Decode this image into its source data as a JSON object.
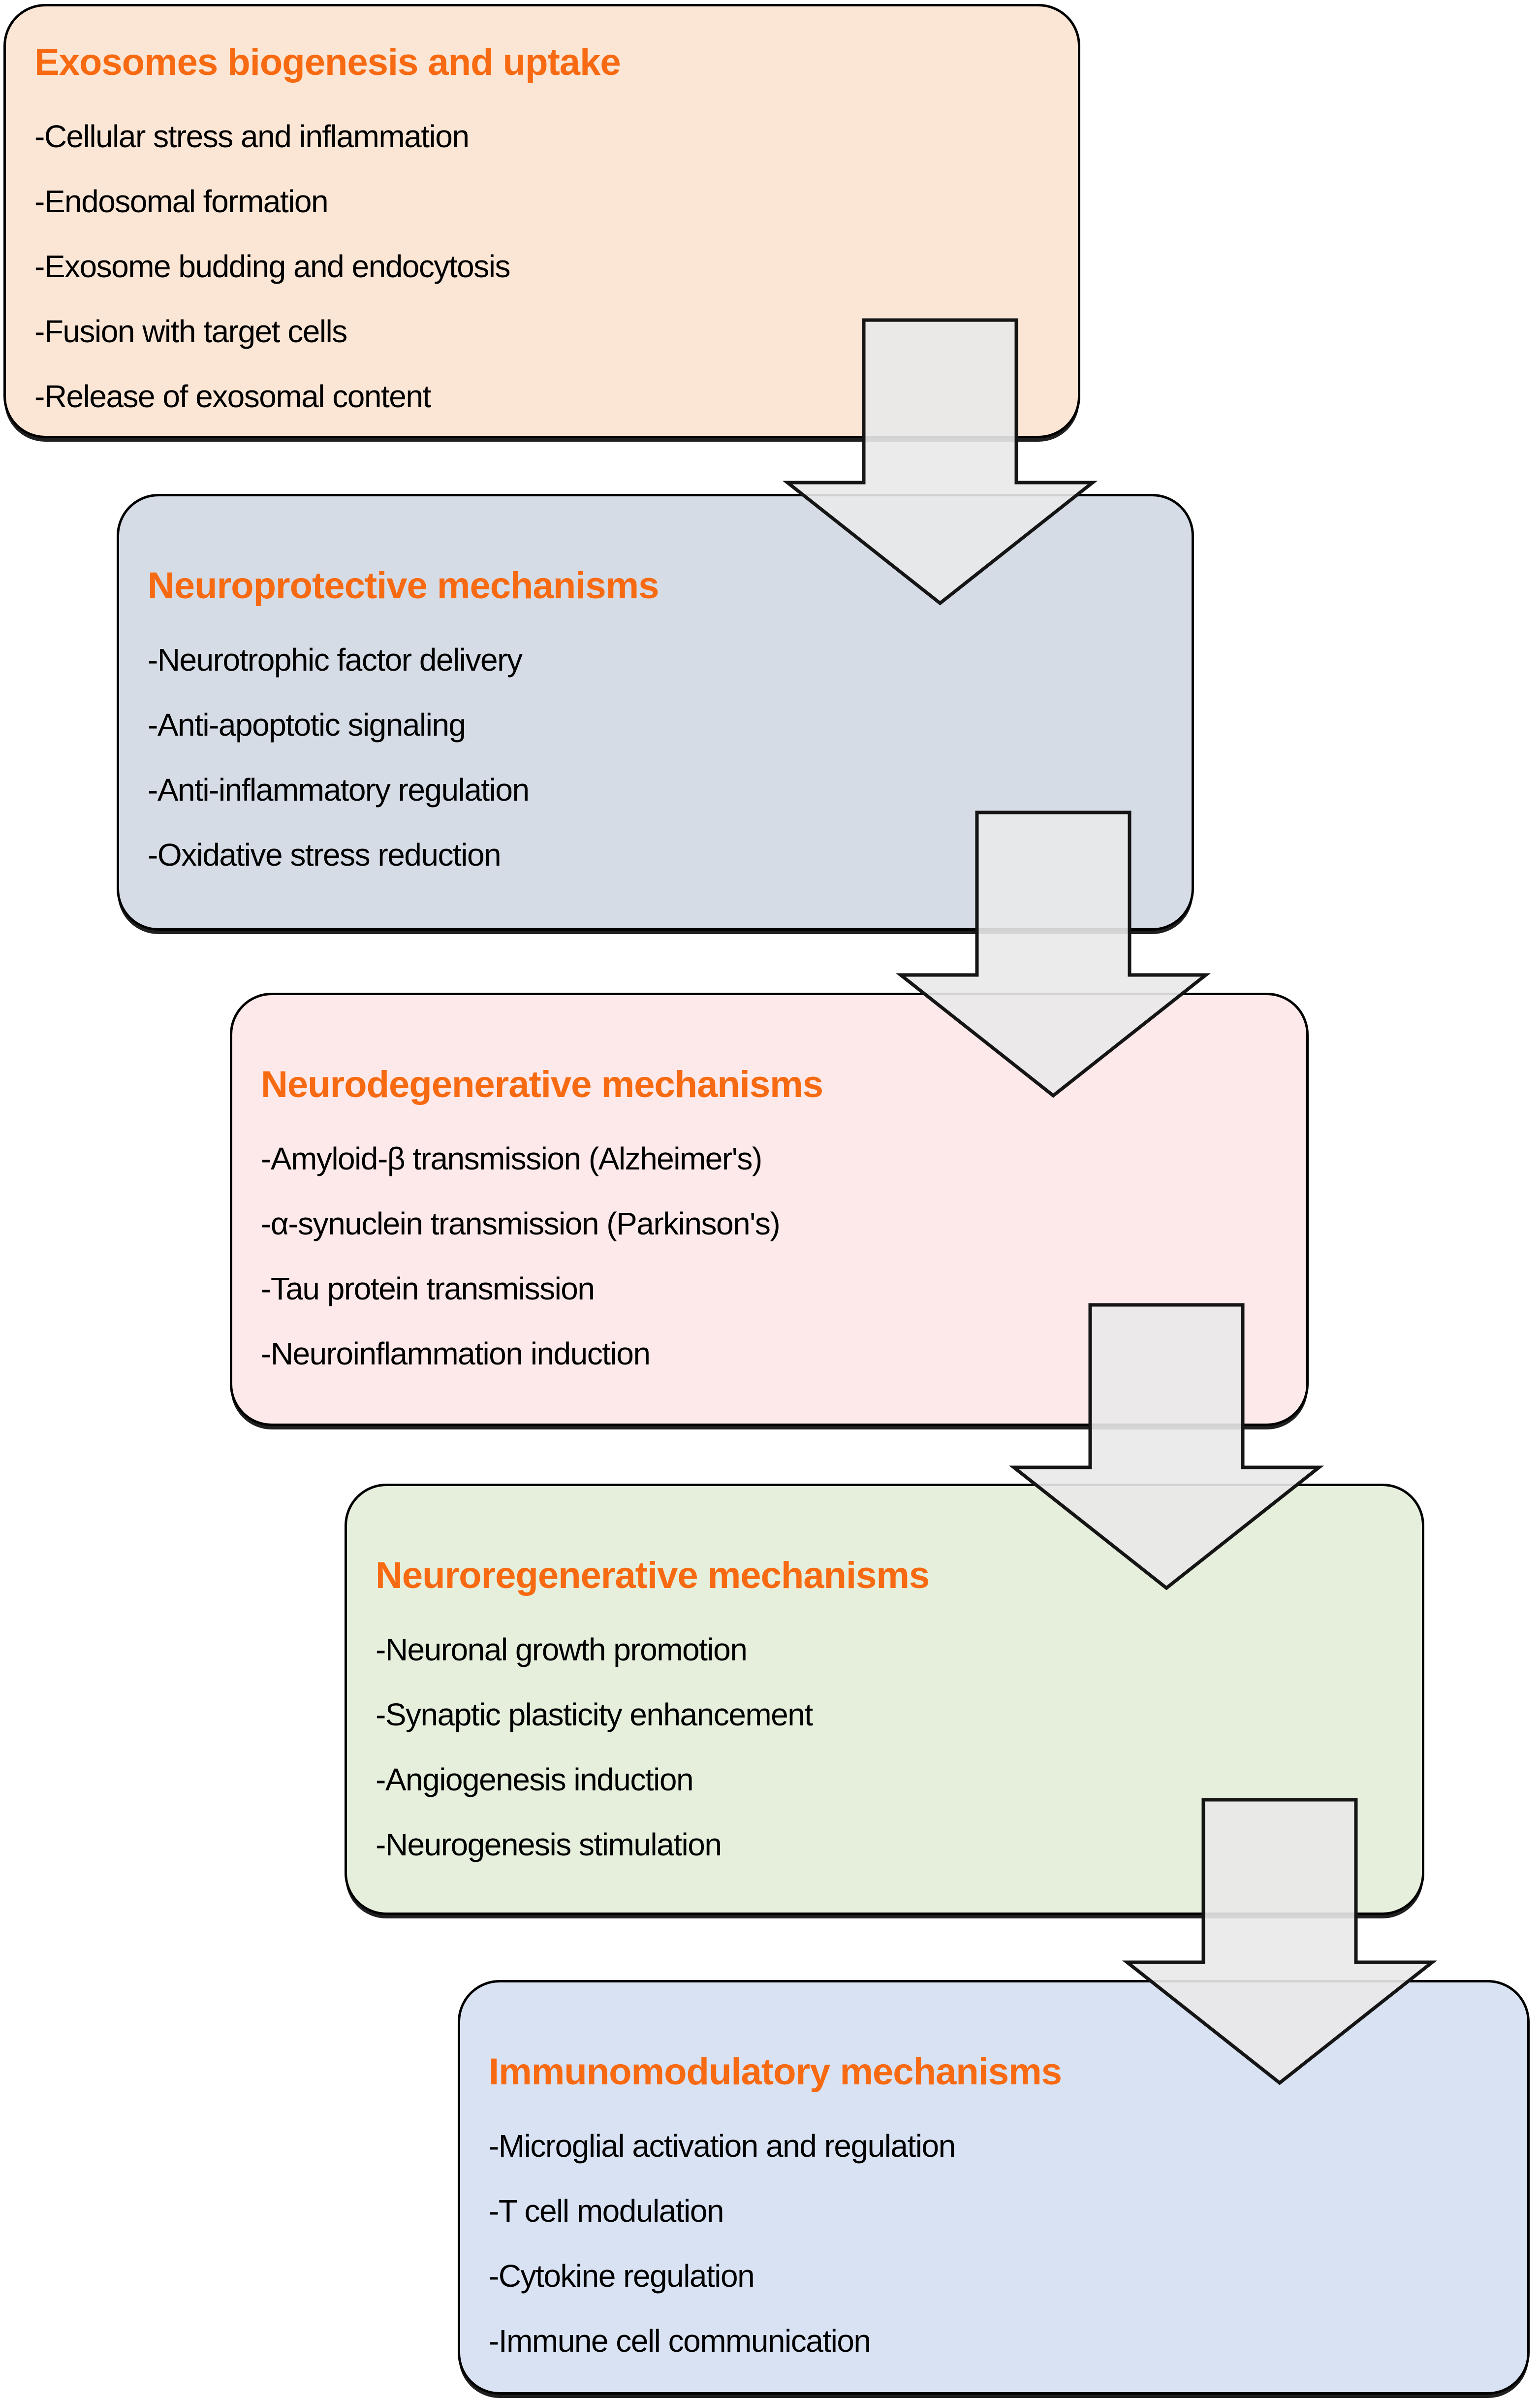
{
  "diagram": {
    "accent_color": "#F76A12",
    "arrow_fill": "#E9E9E9",
    "boxes": [
      {
        "title": "Exosomes biogenesis and uptake",
        "bg": "#FBE5D4",
        "items": [
          "-Cellular stress and inflammation",
          "-Endosomal formation",
          "-Exosome budding and endocytosis",
          "-Fusion with target cells",
          "-Release of exosomal content"
        ]
      },
      {
        "title": "Neuroprotective mechanisms",
        "bg": "#D5DCE5",
        "items": [
          "-Neurotrophic factor delivery",
          "-Anti-apoptotic signaling",
          "-Anti-inflammatory regulation",
          "-Oxidative stress reduction"
        ]
      },
      {
        "title": "Neurodegenerative mechanisms",
        "bg": "#FDE9E9",
        "items": [
          "-Amyloid-β transmission (Alzheimer's)",
          "-α-synuclein transmission (Parkinson's)",
          "-Tau protein transmission",
          "-Neuroinflammation induction"
        ]
      },
      {
        "title": "Neuroregenerative mechanisms",
        "bg": "#E5EFDC",
        "items": [
          "-Neuronal growth promotion",
          "-Synaptic plasticity enhancement",
          "-Angiogenesis induction",
          "-Neurogenesis stimulation"
        ]
      },
      {
        "title": "Immunomodulatory mechanisms",
        "bg": "#D9E2F3",
        "items": [
          "-Microglial activation and regulation",
          "-T cell modulation",
          "-Cytokine regulation",
          "-Immune cell communication"
        ]
      }
    ]
  }
}
